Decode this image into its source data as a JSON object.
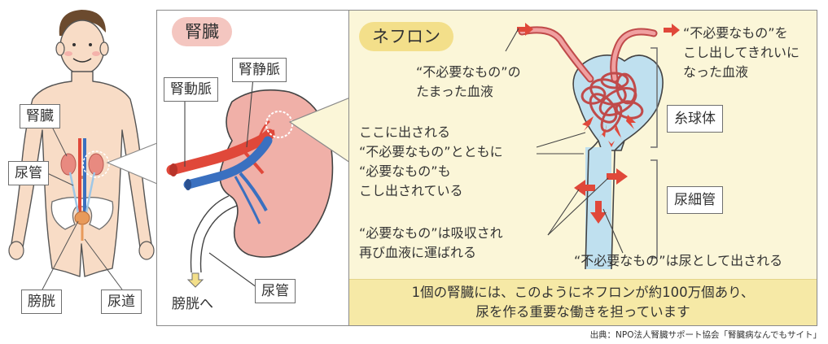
{
  "body_labels": {
    "kidney": "腎臓",
    "ureter": "尿管",
    "bladder": "膀胱",
    "urethra": "尿道"
  },
  "kidney_panel": {
    "title": "腎臓",
    "renal_vein": "腎静脈",
    "renal_artery": "腎動脈",
    "to_bladder": "膀胱へ",
    "ureter": "尿管"
  },
  "nephron_panel": {
    "title": "ネフロン",
    "blood_in_line1": "“不必要なもの”の",
    "blood_in_line2": "たまった血液",
    "blood_out_line1": "“不必要なもの”を",
    "blood_out_line2": "こし出してきれいに",
    "blood_out_line3": "なった血液",
    "glomerulus": "糸球体",
    "tubule": "尿細管",
    "filter_line1": "ここに出される",
    "filter_line2": "“不必要なもの”とともに",
    "filter_line3": "“必要なもの”も",
    "filter_line4": "こし出されている",
    "reabsorb_line1": "“必要なもの”は吸収され",
    "reabsorb_line2": "再び血液に運ばれる",
    "urine_out": "“不必要なもの”は尿として出される",
    "summary_line1": "1個の腎臓には、このようにネフロンが約100万個あり、",
    "summary_line2": "尿を作る重要な働きを担っています"
  },
  "source": "出典：NPO法人腎臓サポート協会「腎臓病なんでもサイト」",
  "colors": {
    "skin": "#f8dcc6",
    "kidney": "#f0b0a8",
    "artery": "#e0483a",
    "vein": "#3a70c0",
    "nephron_bg": "#fbf6d8",
    "band": "#f6e9a6",
    "tubule_fill": "#bfe0ef",
    "pill_kidney": "#f4c6c0",
    "pill_nephron": "#f3df8a"
  }
}
